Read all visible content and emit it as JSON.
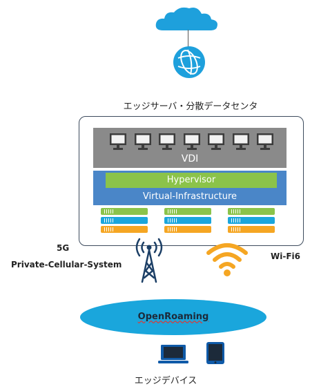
{
  "top_label": "エッジサーバ・分散データセンタ",
  "vdi_label": "VDI",
  "hypervisor_label": "Hypervisor",
  "infra_label": "Virtual-Infrastructure",
  "cellular_label_1": "5G",
  "cellular_label_2": "Private-Cellular-System",
  "wifi_label": "Wi-Fi6",
  "roaming_label": "OpenRoaming",
  "bottom_label": "エッジデバイス",
  "colors": {
    "cloud": "#1ea0dc",
    "globe": "#1ea0dc",
    "vdi": "#8a8a8a",
    "infra": "#4a86c8",
    "hypervisor": "#8bc34a",
    "stack_green": "#8bc34a",
    "stack_blue": "#1aa6dc",
    "stack_orange": "#f5a623",
    "tower": "#1c3f66",
    "wifi": "#f5a623",
    "roaming": "#1aa6dc",
    "device": "#0f5aa8"
  },
  "icons": {
    "cloud": "cloud-icon",
    "globe": "globe-icon",
    "monitor": "monitor-icon",
    "tower": "cell-tower-icon",
    "wifi": "wifi-icon",
    "laptop": "laptop-icon",
    "tablet": "tablet-icon"
  },
  "monitor_count": 7,
  "stack_count": 3
}
